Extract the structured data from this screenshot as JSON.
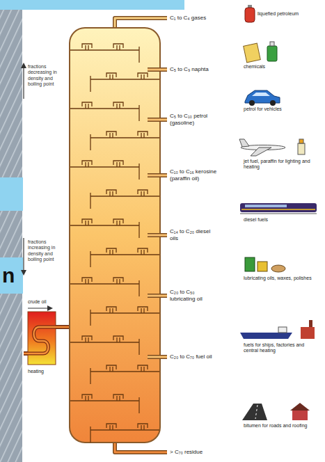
{
  "diagram": {
    "labels": [
      "fractions decreasing in density and boiling point",
      "fractions increasing in density and boiling point",
      "n",
      "crude oil",
      "heating",
      "C₁ to C₄ gases",
      "liquefied petroleum",
      "C₅ to C₉ naphta",
      "chemicals",
      "C₅ to C₁₀ petrol (gasoline)",
      "petrol for vehicles",
      "C₁₀ to C₁₆ kerosine (paraffin oil)",
      "jet fuel, paraffin for lighting and heating",
      "C₁₄ to C₂₀ diesel oils",
      "diesel fuels",
      "C₂₀ to C₅₀ lubricating oil",
      "lubricating oils, waxes, polishes",
      "C₂₀ to C₇₀ fuel oil",
      "fuels for ships, factories and central heating",
      "> C₇₀ residue",
      "bitumen for roads and roofing"
    ]
  }
}
